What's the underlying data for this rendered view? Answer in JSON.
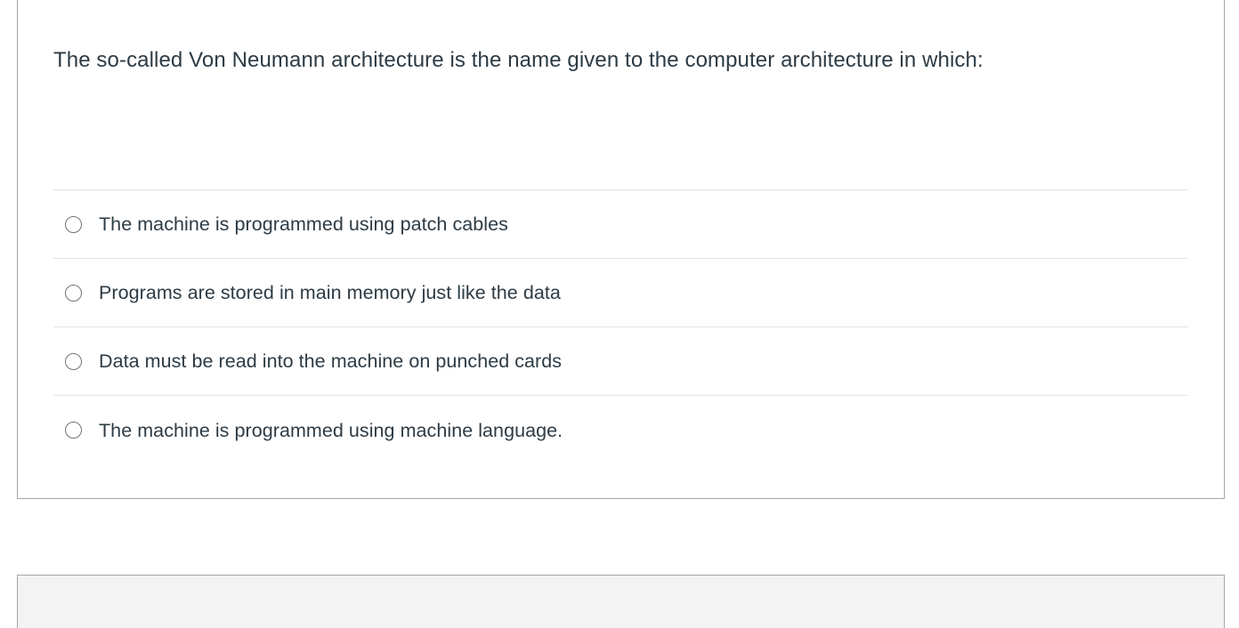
{
  "question_card": {
    "question_text": "The so-called Von Neumann architecture is the name given to the computer architecture in which:",
    "answers": [
      {
        "id": "answer-1",
        "label": "The machine is programmed using patch cables",
        "selected": false,
        "radio_icon": "radio-unchecked-icon"
      },
      {
        "id": "answer-2",
        "label": "Programs are stored in main memory just like the data",
        "selected": false,
        "radio_icon": "radio-unchecked-icon"
      },
      {
        "id": "answer-3",
        "label": "Data must be read into the machine on punched cards",
        "selected": false,
        "radio_icon": "radio-unchecked-icon"
      },
      {
        "id": "answer-4",
        "label": "The machine is programmed using machine language.",
        "selected": false,
        "radio_icon": "radio-unchecked-icon"
      }
    ]
  },
  "next_card": {
    "header_label": ""
  },
  "colors": {
    "text": "#2d3b45",
    "card_border": "#a6a6a6",
    "divider": "#e2e3e4",
    "radio_border": "#6d7377",
    "next_header_bg": "#f3f3f3",
    "page_background": "#ffffff"
  }
}
